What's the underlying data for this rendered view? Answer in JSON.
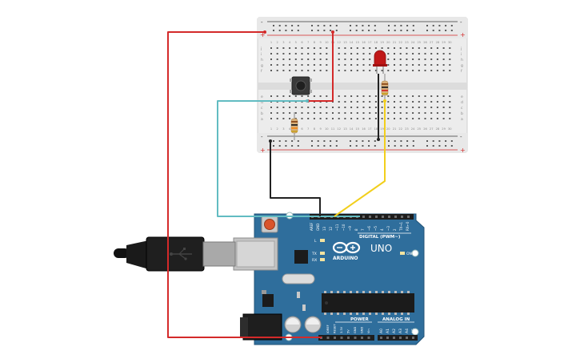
{
  "breadboard": {
    "rail_plus": "+",
    "rail_minus": "-",
    "row_letters_top": [
      "j",
      "i",
      "h",
      "g",
      "f"
    ],
    "row_letters_bottom": [
      "e",
      "d",
      "c",
      "b",
      "a"
    ],
    "column_numbers": [
      "1",
      "2",
      "3",
      "4",
      "5",
      "6",
      "7",
      "8",
      "9",
      "10",
      "11",
      "12",
      "13",
      "14",
      "15",
      "16",
      "17",
      "18",
      "19",
      "20",
      "21",
      "22",
      "23",
      "24",
      "25",
      "26",
      "27",
      "28",
      "29",
      "30"
    ]
  },
  "arduino": {
    "logo_text": "ARDUINO",
    "model": "UNO",
    "digital_label": "DIGITAL (PWM~)",
    "power_label": "POWER",
    "analog_label": "ANALOG IN",
    "on_label": "ON",
    "led_labels": [
      "L",
      "TX",
      "RX"
    ],
    "top_pin_labels": [
      "AREF",
      "GND",
      "13",
      "12",
      "~11",
      "~10",
      "~9",
      "8",
      "7",
      "~6",
      "~5",
      "4",
      "~3",
      "2",
      "TX→1",
      "RX←0"
    ],
    "power_pin_labels": [
      "IOREF",
      "RESET",
      "3.3V",
      "5V",
      "GND",
      "GND",
      "Vin"
    ],
    "analog_pin_labels": [
      "A0",
      "A1",
      "A2",
      "A3",
      "A4",
      "A5"
    ]
  },
  "colors": {
    "wire_red": "#d42a2a",
    "wire_teal": "#62bcc2",
    "wire_black": "#222222",
    "wire_yellow": "#f2cf1c",
    "board_blue": "#2f6e9c",
    "breadboard": "#eeeeee",
    "led_red": "#c01818"
  }
}
